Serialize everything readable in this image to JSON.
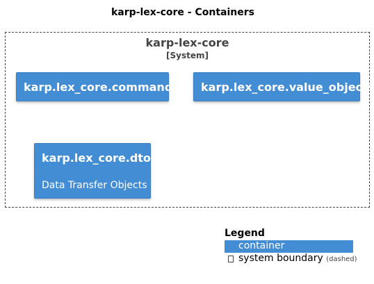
{
  "diagram": {
    "title": "karp-lex-core - Containers"
  },
  "system_boundary": {
    "name": "karp-lex-core",
    "type": "[System]"
  },
  "containers": {
    "commands": {
      "name": "karp.lex_core.commands"
    },
    "value_objects": {
      "name": "karp.lex_core.value_objects"
    },
    "dtos": {
      "name": "karp.lex_core.dtos",
      "description": "Data Transfer Objects"
    }
  },
  "legend": {
    "title": "Legend",
    "container_label": "container",
    "boundary_label": "system boundary",
    "boundary_note": "(dashed)"
  },
  "colors": {
    "container_fill": "#438dd5",
    "boundary_stroke": "#444444",
    "text_on_container": "#ffffff"
  }
}
